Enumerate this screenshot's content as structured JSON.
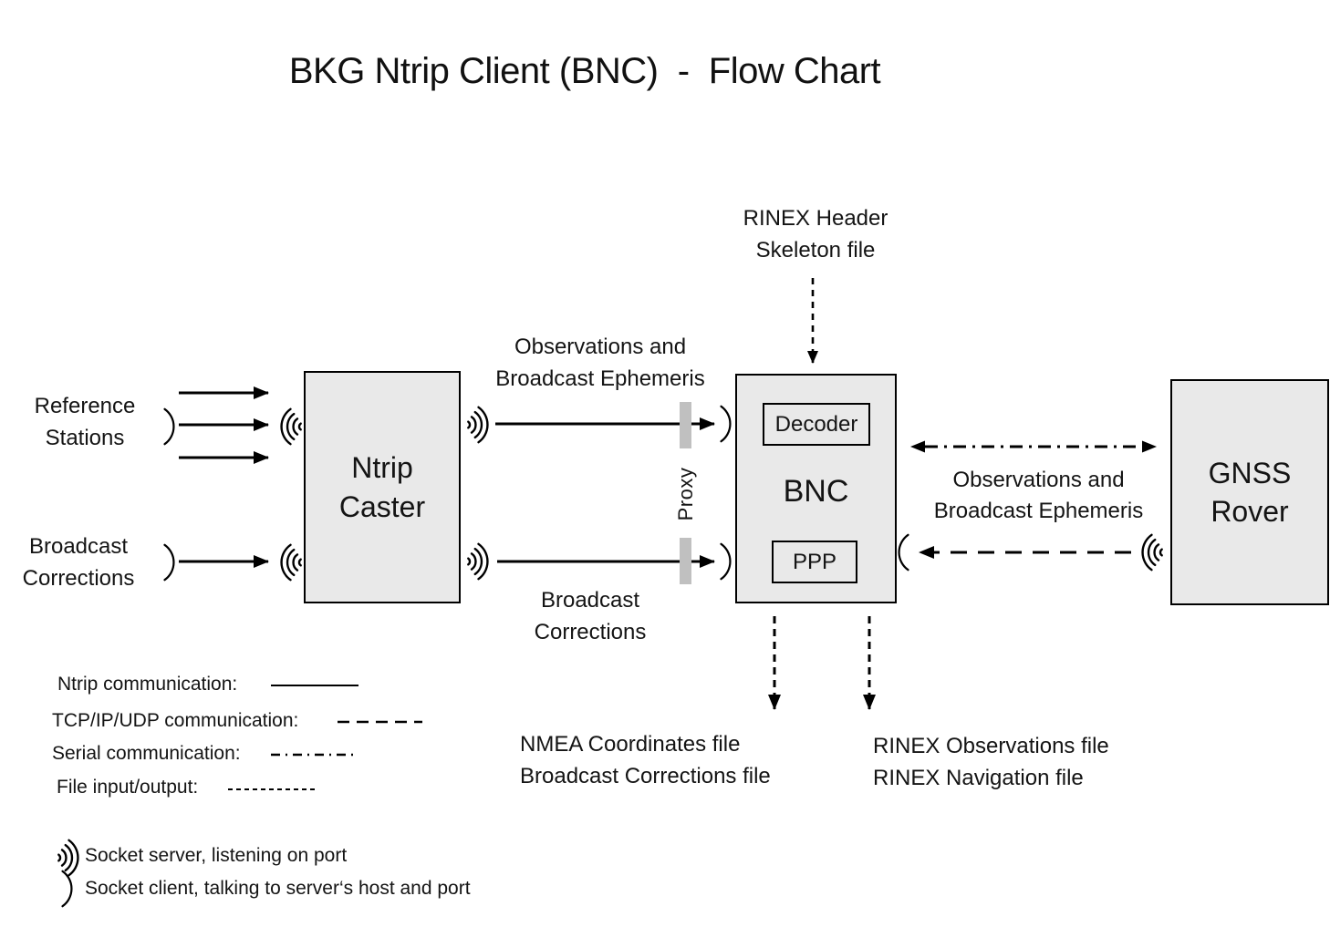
{
  "title": "BKG Ntrip Client (BNC)  -  Flow Chart",
  "nodes": {
    "ntrip_caster": "Ntrip Caster",
    "bnc": "BNC",
    "decoder": "Decoder",
    "ppp": "PPP",
    "gnss_rover": "GNSS Rover"
  },
  "flow_labels": {
    "reference_stations": "Reference Stations",
    "broadcast_corrections_input": "Broadcast Corrections",
    "observations_ephemeris_caster_bnc": "Observations and Broadcast Ephemeris",
    "broadcast_corrections_caster_bnc": "Broadcast Corrections",
    "rinex_header_skeleton": "RINEX Header Skeleton file",
    "observations_ephemeris_bnc_rover": "Observations and Broadcast Ephemeris",
    "proxy": "Proxy"
  },
  "outputs": {
    "nmea_line1": "NMEA Coordinates file",
    "nmea_line2": "Broadcast Corrections file",
    "rinex_line1": "RINEX Observations file",
    "rinex_line2": "RINEX Navigation file"
  },
  "legend": {
    "ntrip": "Ntrip communication:",
    "tcp": "TCP/IP/UDP communication:",
    "serial": "Serial communication:",
    "file": "File input/output:",
    "socket_server": "Socket server, listening on port",
    "socket_client": "Socket client, talking to server‘s host and port"
  },
  "colors": {
    "box_fill": "#e9e9e9",
    "box_border": "#000000",
    "proxy_bar": "#c0c0c0",
    "line": "#000000",
    "text": "#141414",
    "background": "#ffffff"
  }
}
